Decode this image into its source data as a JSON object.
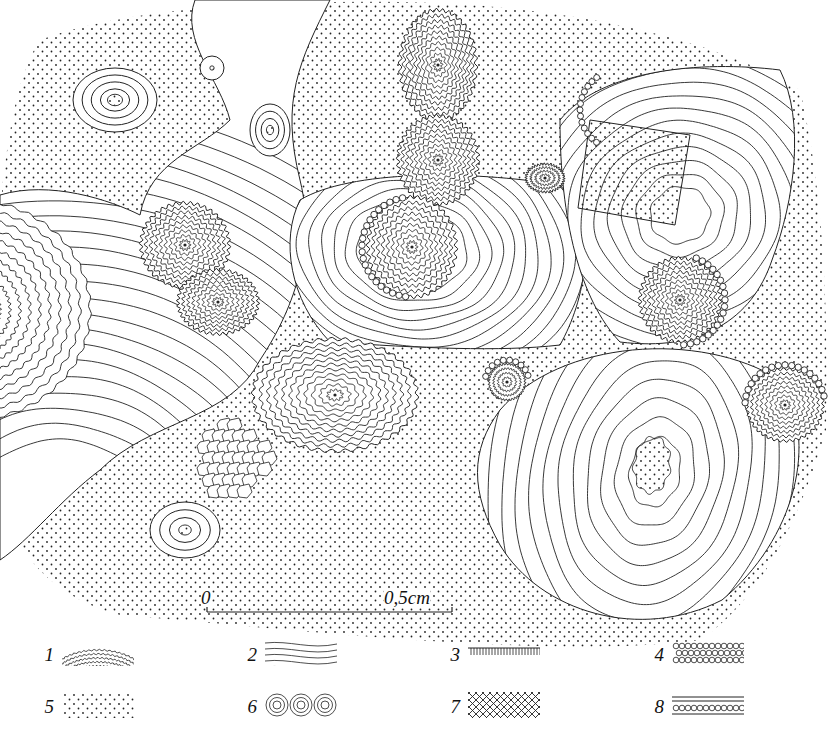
{
  "diagram": {
    "labels": [
      "0",
      "0,5cm"
    ],
    "legend": [
      {
        "text": "1"
      },
      {
        "text": "2"
      },
      {
        "text": "3"
      },
      {
        "text": "4"
      },
      {
        "text": "5"
      },
      {
        "text": "6"
      },
      {
        "text": "7"
      },
      {
        "text": "8"
      }
    ]
  }
}
